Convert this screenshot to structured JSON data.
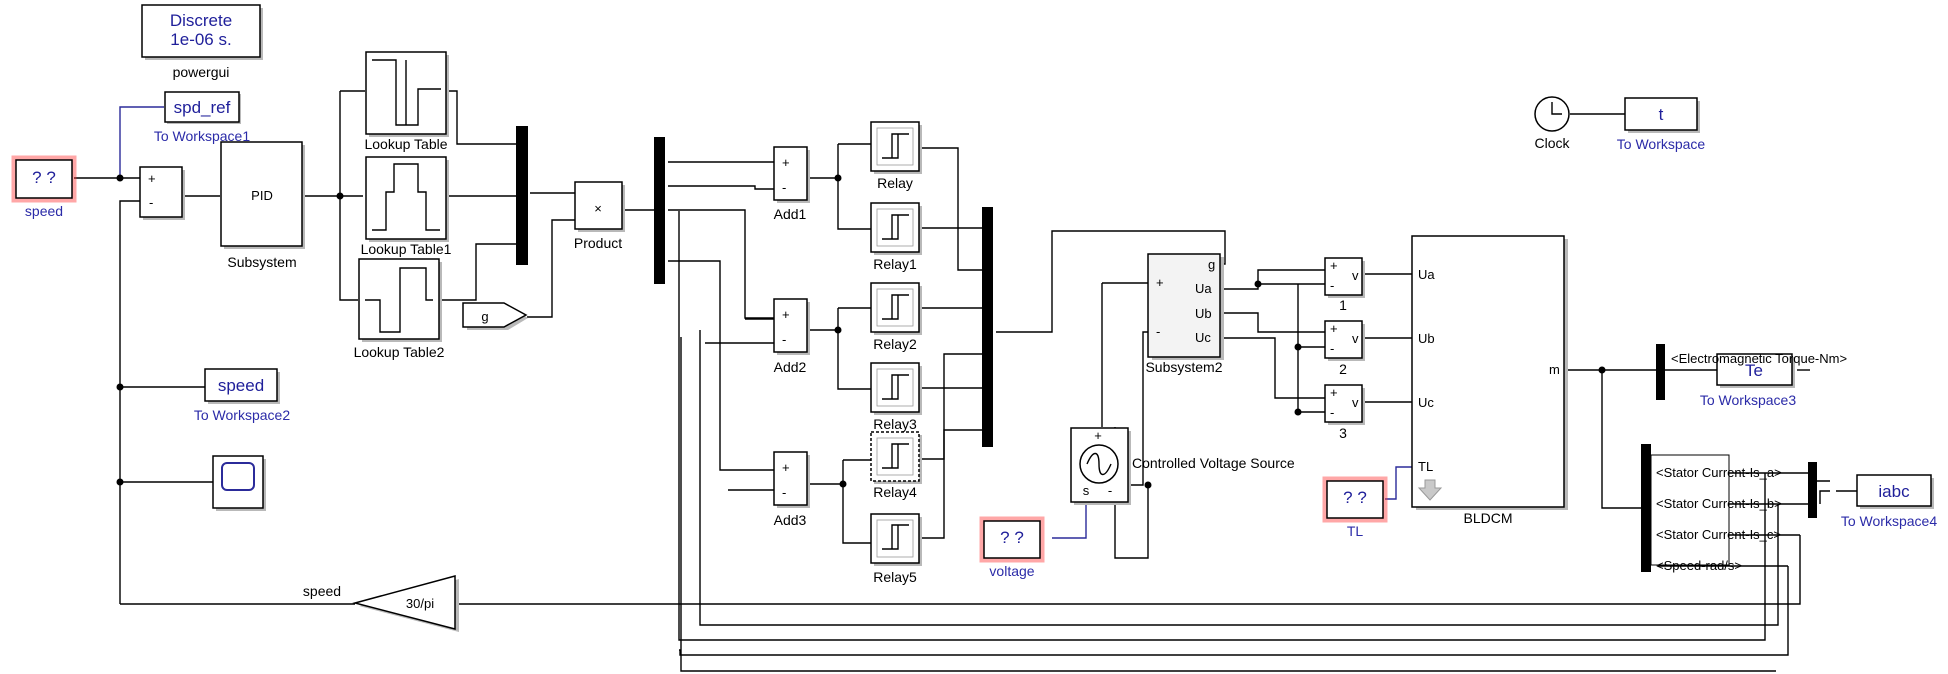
{
  "blocks": {
    "powergui": {
      "line1": "Discrete",
      "line2": "1e-06 s.",
      "name": "powergui"
    },
    "spd_ref_ws": {
      "var": "spd_ref",
      "name": "To Workspace1"
    },
    "speed_input": {
      "value": "? ?",
      "name": "speed"
    },
    "sum1": {
      "plus": "+",
      "minus": "-"
    },
    "pid": {
      "text": "PID",
      "name": "Subsystem"
    },
    "lookup": {
      "name": "Lookup Table"
    },
    "lookup1": {
      "name": "Lookup Table1"
    },
    "lookup2": {
      "name": "Lookup Table2"
    },
    "goto_g": {
      "text": "g"
    },
    "product": {
      "symbol": "×",
      "name": "Product"
    },
    "add1": {
      "name": "Add1"
    },
    "add2": {
      "name": "Add2"
    },
    "add3": {
      "name": "Add3"
    },
    "relay": {
      "name": "Relay"
    },
    "relay1": {
      "name": "Relay1"
    },
    "relay2": {
      "name": "Relay2"
    },
    "relay3": {
      "name": "Relay3"
    },
    "relay4": {
      "name": "Relay4"
    },
    "relay5": {
      "name": "Relay5"
    },
    "speed_ws": {
      "var": "speed",
      "name": "To Workspace2"
    },
    "gain": {
      "text": "30/pi",
      "signal": "speed"
    },
    "subsystem2": {
      "name": "Subsystem2",
      "ports_in": [
        "+",
        "-"
      ],
      "ports_out": [
        "g",
        "Ua",
        "Ub",
        "Uc"
      ]
    },
    "cvs": {
      "name": "Controlled Voltage Source",
      "plus": "+",
      "minus": "-",
      "s": "s"
    },
    "voltage_input": {
      "value": "? ?",
      "name": "voltage"
    },
    "vm1": {
      "label": "v",
      "name": "1"
    },
    "vm2": {
      "label": "v",
      "name": "2"
    },
    "vm3": {
      "label": "v",
      "name": "3"
    },
    "bldcm": {
      "name": "BLDCM",
      "ports": [
        "Ua",
        "Ub",
        "Uc",
        "TL"
      ],
      "out": "m"
    },
    "tl_input": {
      "value": "? ?",
      "name": "TL"
    },
    "clock": {
      "name": "Clock"
    },
    "t_ws": {
      "var": "t",
      "name": "To Workspace"
    },
    "te_ws": {
      "var": "Te",
      "name": "To Workspace3",
      "signal": "<Electromagnetic Torque-Nm>"
    },
    "iabc_ws": {
      "var": "iabc",
      "name": "To Workspace4"
    },
    "bus_selector": {
      "signals": [
        "<Stator Current-Is_a>",
        "<Stator Current-Is_b>",
        "<Stator Current-Is_c>",
        "<Speed-rad/s>"
      ]
    }
  },
  "colors": {
    "workspace_text": "#1f1f9a",
    "highlight": "#ff3b3b",
    "line": "#000000"
  }
}
